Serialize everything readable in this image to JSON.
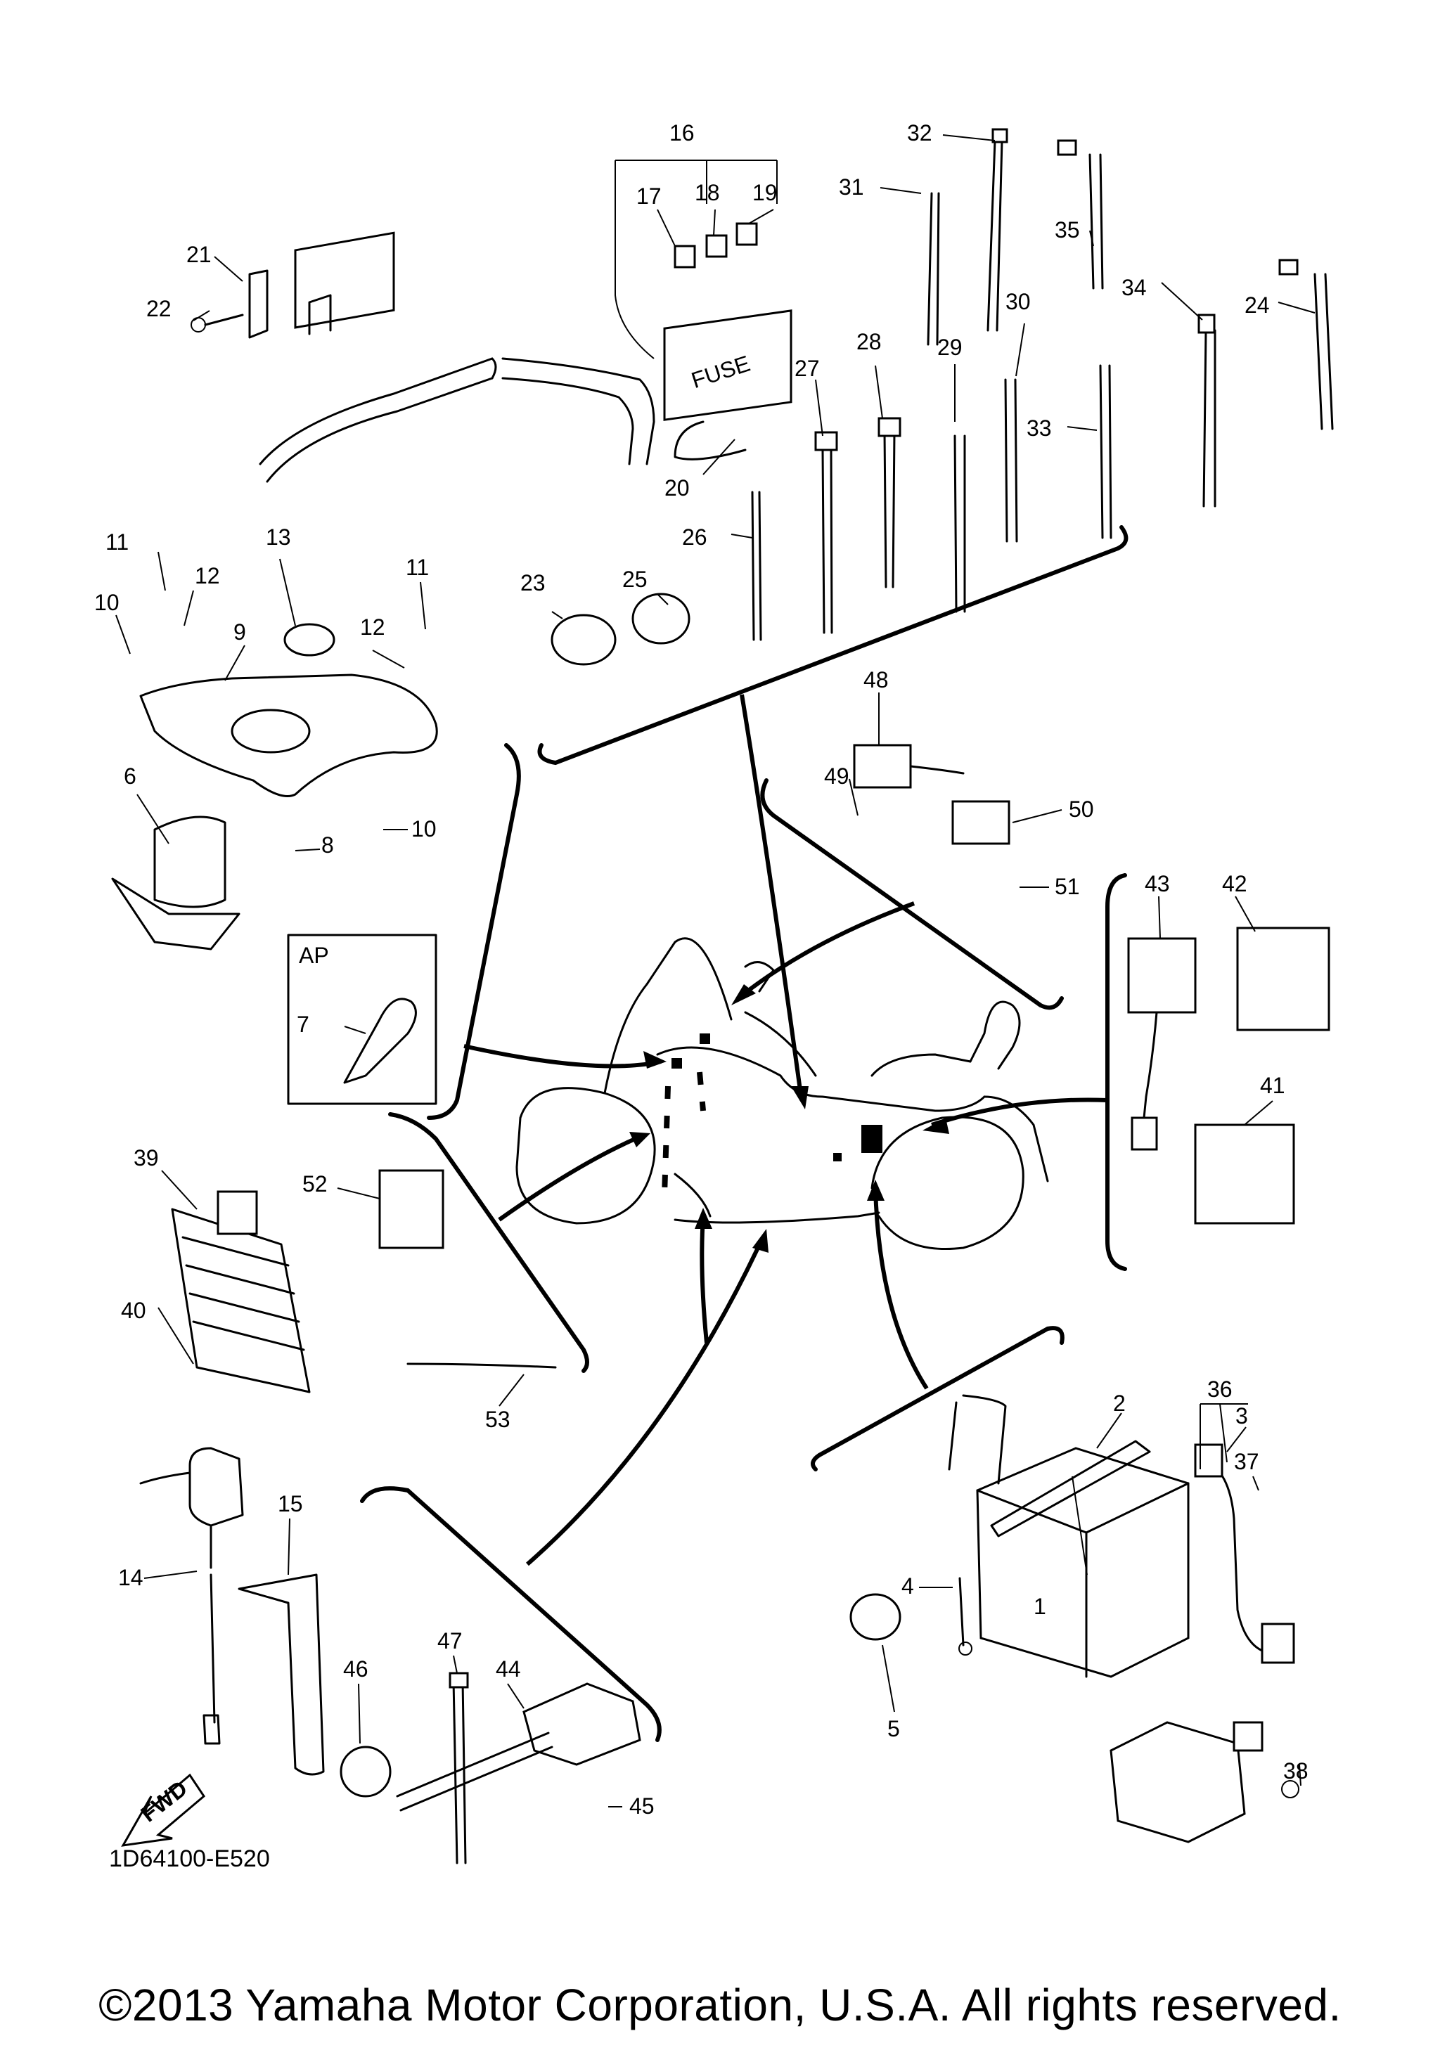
{
  "drawing_code": "1D64100-E520",
  "copyright": "©2013 Yamaha Motor Corporation, U.S.A. All rights reserved.",
  "fwd_label": "FWD",
  "ap_label": "AP",
  "fuse_label": "FUSE",
  "callouts": [
    "1",
    "2",
    "3",
    "4",
    "5",
    "6",
    "7",
    "8",
    "9",
    "10",
    "10",
    "11",
    "11",
    "12",
    "12",
    "13",
    "14",
    "15",
    "16",
    "17",
    "18",
    "19",
    "20",
    "21",
    "22",
    "23",
    "24",
    "25",
    "26",
    "27",
    "28",
    "29",
    "30",
    "31",
    "32",
    "33",
    "34",
    "35",
    "36",
    "37",
    "38",
    "39",
    "40",
    "41",
    "42",
    "43",
    "44",
    "45",
    "46",
    "47",
    "48",
    "49",
    "50",
    "51",
    "52",
    "53"
  ]
}
